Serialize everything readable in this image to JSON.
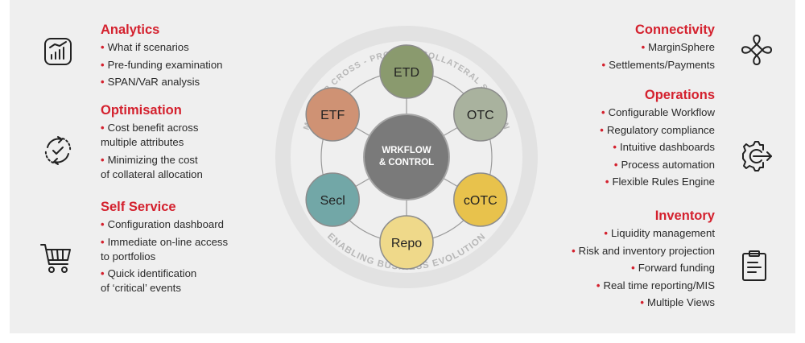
{
  "colors": {
    "accent": "#d4212e",
    "text": "#2a2a2a",
    "panel": "#efefef",
    "ring": "#dddddd",
    "ring_text": "#b8b8b8",
    "center": "#7a7a7a",
    "etd": "#8a9a6e",
    "otc": "#a9b29e",
    "ctc": "#e8c24c",
    "repo": "#efd98a",
    "secl": "#72a7a7",
    "etf": "#cf9274"
  },
  "left": [
    {
      "title": "Analytics",
      "icon": "analytics-chart-icon",
      "items": [
        [
          "What if scenarios"
        ],
        [
          "Pre-funding examination"
        ],
        [
          "SPAN/VaR analysis"
        ]
      ]
    },
    {
      "title": "Optimisation",
      "icon": "optimisation-cycle-icon",
      "items": [
        [
          "Cost benefit across",
          "multiple attributes"
        ],
        [
          "Minimizing the cost",
          "of collateral allocation"
        ]
      ]
    },
    {
      "title": "Self Service",
      "icon": "shopping-cart-icon",
      "items": [
        [
          "Configuration dashboard"
        ],
        [
          "Immediate on-line access",
          "to portfolios"
        ],
        [
          "Quick identification",
          "of ‘critical’ events"
        ]
      ]
    }
  ],
  "right": [
    {
      "title": "Connectivity",
      "icon": "connectivity-network-icon",
      "items": [
        "MarginSphere",
        "Settlements/Payments"
      ]
    },
    {
      "title": "Operations",
      "icon": "operations-gear-icon",
      "items": [
        "Configurable Workflow",
        "Regulatory compliance",
        "Intuitive dashboards",
        "Process automation",
        "Flexible Rules Engine"
      ]
    },
    {
      "title": "Inventory",
      "icon": "inventory-clipboard-icon",
      "items": [
        "Liquidity management",
        "Risk and inventory projection",
        "Forward funding",
        "Real time reporting/MIS",
        "Multiple Views"
      ]
    }
  ],
  "diagram": {
    "ring_top_text": "MODULAR CROSS - PRODUCT COLLATERAL SOLUTION",
    "ring_bottom_text": "ENABLING BUSINESS EVOLUTION",
    "center_line1": "WRKFLOW",
    "center_line2": "& CONTROL",
    "nodes": [
      {
        "key": "etd",
        "label": "ETD",
        "angle": 0
      },
      {
        "key": "otc",
        "label": "OTC",
        "angle": 60
      },
      {
        "key": "ctc",
        "label": "cOTC",
        "angle": 120
      },
      {
        "key": "repo",
        "label": "Repo",
        "angle": 180
      },
      {
        "key": "secl",
        "label": "Secl",
        "angle": 240
      },
      {
        "key": "etf",
        "label": "ETF",
        "angle": 300
      }
    ]
  }
}
